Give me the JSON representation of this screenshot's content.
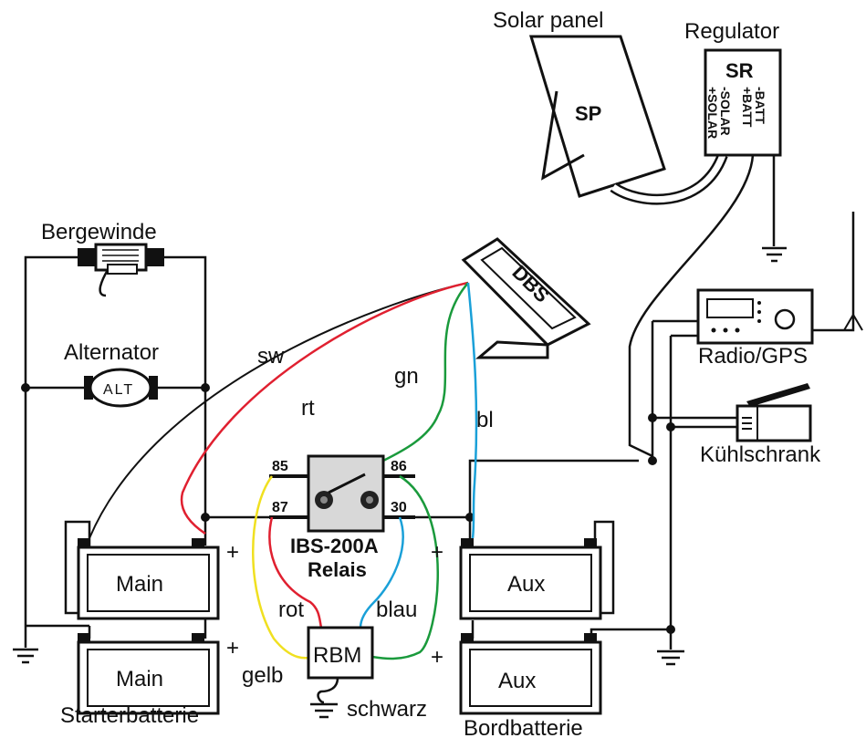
{
  "labels": {
    "solar_panel": "Solar panel",
    "regulator": "Regulator",
    "sp": "SP",
    "sr": "SR",
    "sr_terms": [
      "+SOLAR",
      "-SOLAR",
      "+BATT",
      "-BATT"
    ],
    "bergewinde": "Bergewinde",
    "alternator": "Alternator",
    "alt": "ALT",
    "dbs": "DBS",
    "radio_gps": "Radio/GPS",
    "kuehlschrank": "Kühlschrank",
    "relay_title": "IBS-200A",
    "relay_sub": "Relais",
    "pin_85": "85",
    "pin_86": "86",
    "pin_87": "87",
    "pin_30": "30",
    "rbm": "RBM",
    "main": "Main",
    "aux": "Aux",
    "plus": "+",
    "starterbatterie": "Starterbatterie",
    "bordbatterie": "Bordbatterie"
  },
  "wires": {
    "sw": "sw",
    "rt": "rt",
    "gn": "gn",
    "bl": "bl",
    "rot": "rot",
    "blau": "blau",
    "gelb": "gelb",
    "schwarz": "schwarz"
  },
  "colors": {
    "red": "#e02030",
    "green": "#1a9a3c",
    "blue": "#1aa0d8",
    "yellow": "#f0e020",
    "relay_fill": "#d8d8d8",
    "ink": "#111111"
  }
}
